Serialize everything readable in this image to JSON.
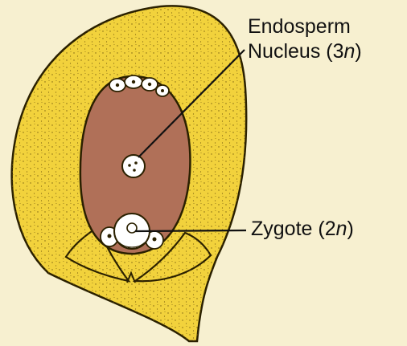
{
  "labels": {
    "endosperm_line1": "Endosperm",
    "endosperm_line2_prefix": "Nucleus (3",
    "endosperm_ploidy_var": "n",
    "endosperm_line2_suffix": ")",
    "zygote_prefix": "Zygote (2",
    "zygote_ploidy_var": "n",
    "zygote_suffix": ")"
  },
  "colors": {
    "background": "#f7f0d0",
    "integument": "#f2d23c",
    "integument_outline": "#2a2000",
    "embryo_sac": "#b07058",
    "cell": "#ffffff",
    "leader_line": "#111111"
  }
}
